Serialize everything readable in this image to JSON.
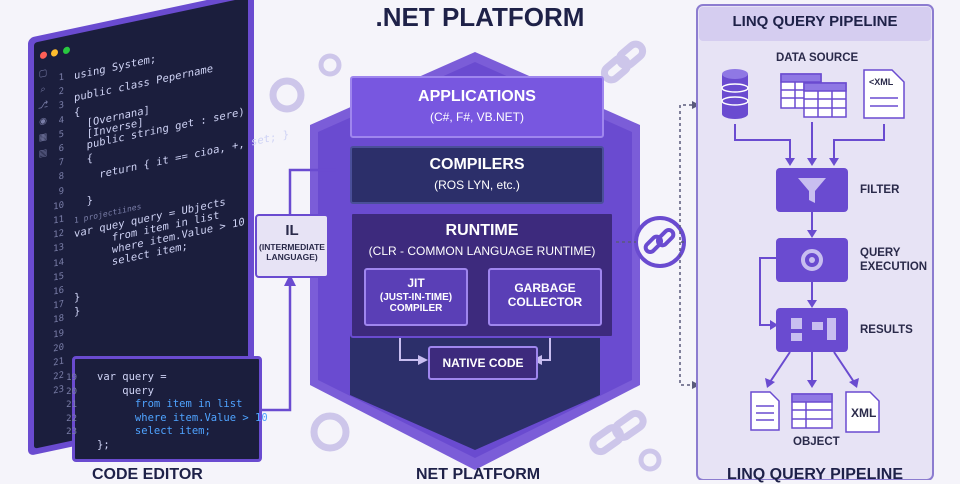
{
  "titles": {
    "center": ".NET PLATFORM",
    "left_bottom": "CODE EDITOR",
    "center_bottom": "NET PLATFORM",
    "right": "LINQ QUERY PIPELINE",
    "right_bottom": "LINQ QUERY PIPELINE"
  },
  "editor": {
    "line_numbers": [
      "1",
      "2",
      "3",
      "4",
      "5",
      "6",
      "7",
      "8",
      "9",
      "10",
      "11",
      "12",
      "13",
      "14",
      "15",
      "16",
      "17",
      "18",
      "19",
      "20",
      "21",
      "22",
      "23"
    ],
    "lines": [
      "using System;",
      "public class Pepername",
      "{",
      "  [Overnana]",
      "  [Inverse]",
      "  public string get : sere)",
      "  {",
      "    return { it == cioa, +, set; }",
      "  }",
      "1 projectiines",
      "var quey query = Ubjects",
      "      from item in list",
      "      where item.Value > 10",
      "      select item;",
      "}",
      "}"
    ],
    "snippet": [
      "var query =",
      "    query",
      "      from item in list",
      "      where item.Value > 10",
      "      select item;",
      "};"
    ],
    "snippet_line_numbers": [
      "19",
      "20",
      "21",
      "22",
      "23"
    ]
  },
  "il": {
    "title": "IL",
    "sub1": "(INTERMEDIATE",
    "sub2": "LANGUAGE)"
  },
  "platform": {
    "applications": {
      "title": "APPLICATIONS",
      "sub": "(C#, F#, VB.NET)"
    },
    "compilers": {
      "title": "COMPILERS",
      "sub": "(ROS LYN, etc.)"
    },
    "runtime": {
      "title": "RUNTIME",
      "sub": "(CLR - COMMON LANGUAGE RUNTIME)"
    },
    "jit": {
      "l1": "JIT",
      "l2": "(JUST-IN-TIME)",
      "l3": "COMPILER"
    },
    "gc": {
      "l1": "GARBAGE",
      "l2": "COLLECTOR"
    },
    "native": "NATIVE CODE"
  },
  "linq": {
    "data_source": "DATA SOURCE",
    "xml_doc": "<XML",
    "filter": "FILTER",
    "query_exec_1": "QUERY",
    "query_exec_2": "EXECUTION",
    "results": "RESULTS",
    "object": "OBJECT",
    "xml_out": "XML"
  },
  "colors": {
    "purple": "#6a4bd0",
    "dark_navy": "#2c2f6a",
    "deep_purple": "#3d2a7d",
    "light_purple": "#c8bef0",
    "editor_bg": "#1b1e3d"
  }
}
